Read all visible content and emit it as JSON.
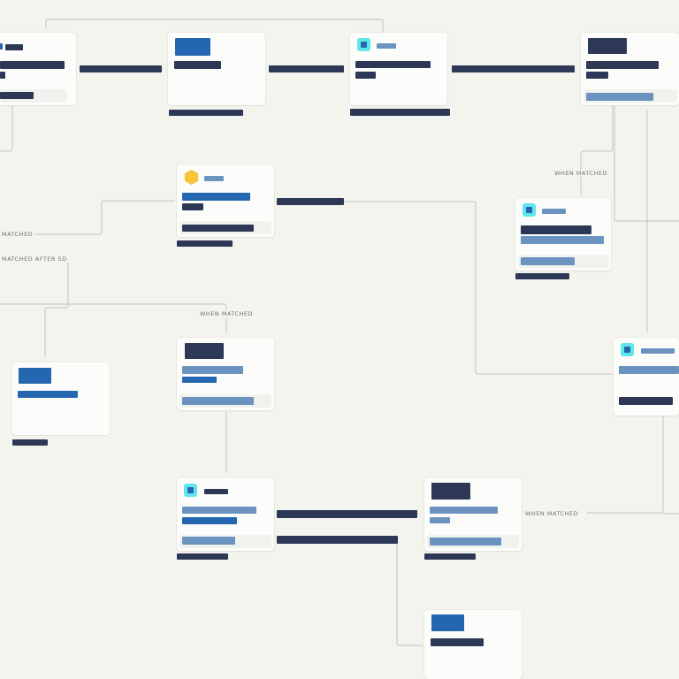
{
  "labels": {
    "when_matched": "WHEN MATCHED",
    "matched_left": "MATCHED",
    "matched_after": "MATCHED AFTER 5D"
  },
  "icons": {
    "action": "square-action-icon",
    "trigger": "lightning-icon"
  },
  "colors": {
    "canvas": "#f4f4ef",
    "navy": "#2d3856",
    "blue": "#2467b0",
    "steel": "#6a93bf",
    "cyan": "#5ee6ea",
    "yellow": "#f6c240"
  }
}
